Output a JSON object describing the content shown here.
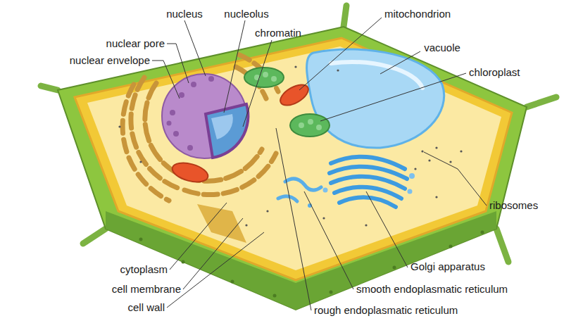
{
  "diagram": {
    "labels": [
      "nucleus",
      "nucleolus",
      "chromatin",
      "mitochondrion",
      "nuclear pore",
      "vacuole",
      "nuclear envelope",
      "chloroplast",
      "ribosomes",
      "cytoplasm",
      "Golgi apparatus",
      "cell membrane",
      "smooth endoplasmatic reticulum",
      "cell wall",
      "rough endoplasmatic reticulum"
    ]
  }
}
